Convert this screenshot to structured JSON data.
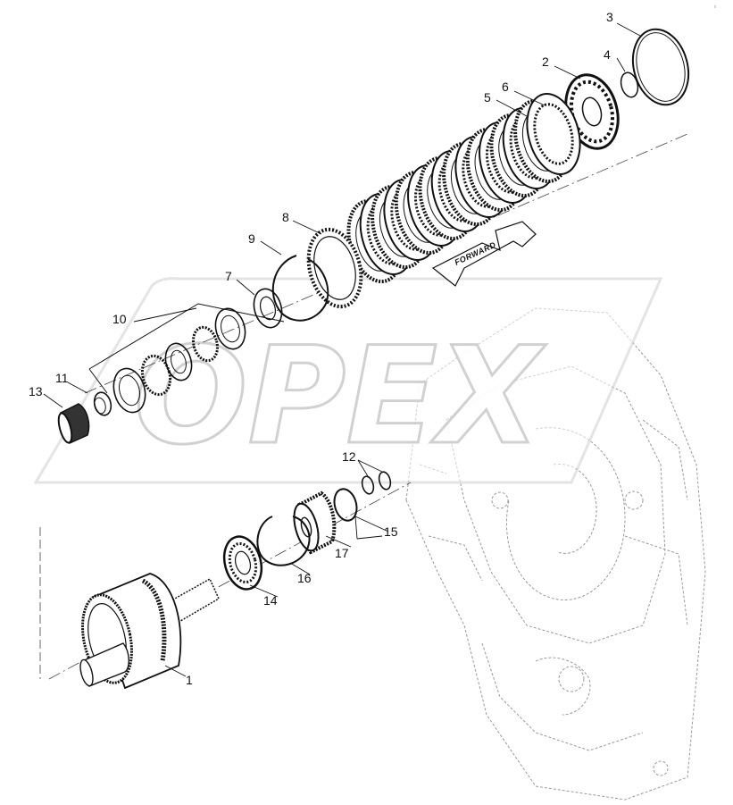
{
  "diagram": {
    "corner_mark": "ᐦ",
    "watermark": "OPEX",
    "forward_text": "FORWARD",
    "callouts": [
      {
        "id": "c1",
        "text": "1"
      },
      {
        "id": "c2",
        "text": "2"
      },
      {
        "id": "c3",
        "text": "3"
      },
      {
        "id": "c4",
        "text": "4"
      },
      {
        "id": "c5",
        "text": "5"
      },
      {
        "id": "c6",
        "text": "6"
      },
      {
        "id": "c7",
        "text": "7"
      },
      {
        "id": "c8",
        "text": "8"
      },
      {
        "id": "c9",
        "text": "9"
      },
      {
        "id": "c10",
        "text": "10"
      },
      {
        "id": "c11",
        "text": "11"
      },
      {
        "id": "c12",
        "text": "12"
      },
      {
        "id": "c13",
        "text": "13"
      },
      {
        "id": "c14",
        "text": "14"
      },
      {
        "id": "c15",
        "text": "15"
      },
      {
        "id": "c16",
        "text": "16"
      },
      {
        "id": "c17",
        "text": "17"
      }
    ]
  }
}
